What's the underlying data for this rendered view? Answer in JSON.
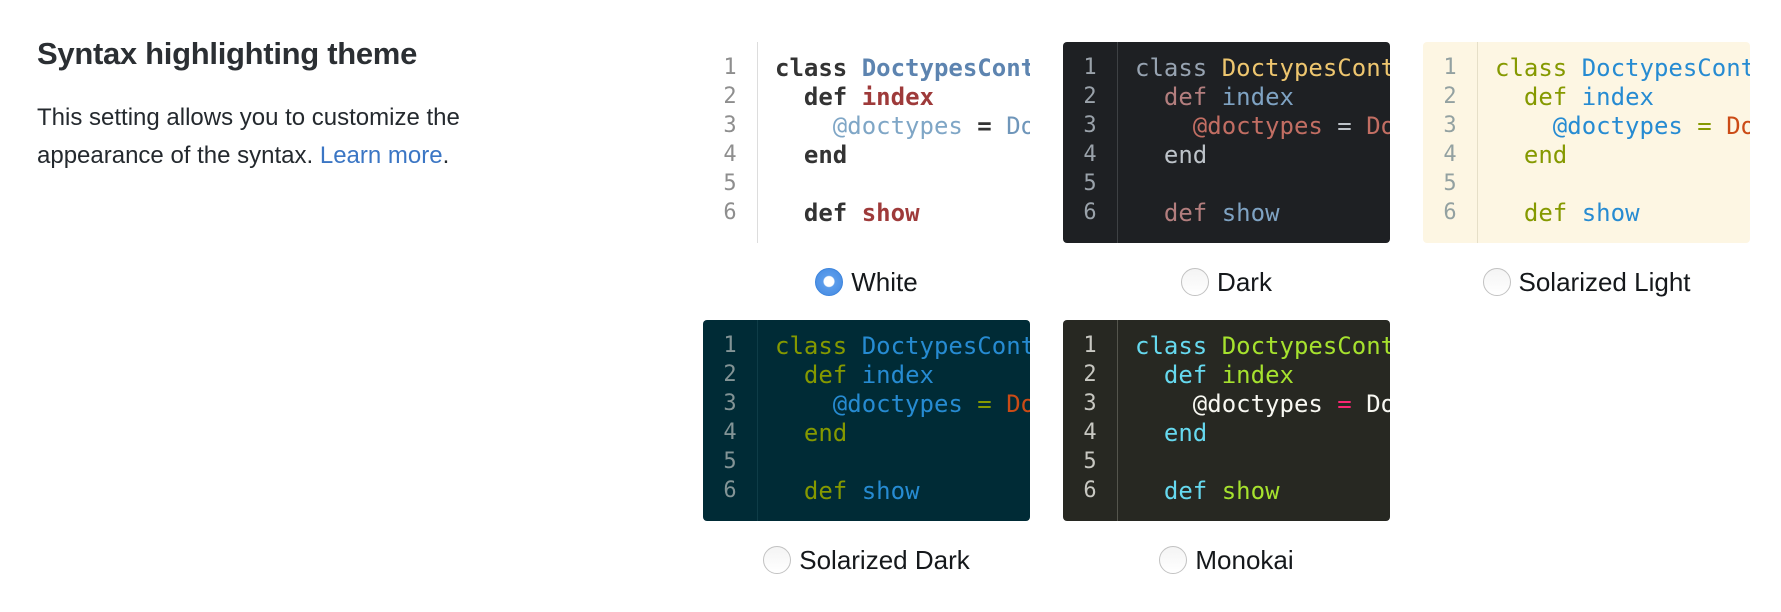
{
  "settings": {
    "heading": "Syntax highlighting theme",
    "description": "This setting allows you to customize the appearance of the syntax.",
    "learn_more": "Learn more",
    "suffix": ".",
    "link_color": "#3b76c4"
  },
  "code": {
    "lines": [
      {
        "num": "1",
        "tokens": [
          [
            "kw1",
            "class"
          ],
          [
            "plain",
            " "
          ],
          [
            "cls",
            "DoctypesController"
          ]
        ]
      },
      {
        "num": "2",
        "tokens": [
          [
            "plain",
            "  "
          ],
          [
            "kw2",
            "def"
          ],
          [
            "plain",
            " "
          ],
          [
            "fn",
            "index"
          ]
        ]
      },
      {
        "num": "3",
        "tokens": [
          [
            "plain",
            "    "
          ],
          [
            "ivar",
            "@doctypes"
          ],
          [
            "plain",
            " "
          ],
          [
            "op",
            "="
          ],
          [
            "plain",
            " "
          ],
          [
            "const",
            "Doctype.all"
          ]
        ]
      },
      {
        "num": "4",
        "tokens": [
          [
            "plain",
            "  "
          ],
          [
            "kw3",
            "end"
          ]
        ]
      },
      {
        "num": "5",
        "tokens": []
      },
      {
        "num": "6",
        "tokens": [
          [
            "plain",
            "  "
          ],
          [
            "kw2",
            "def"
          ],
          [
            "plain",
            " "
          ],
          [
            "fn",
            "show"
          ]
        ]
      }
    ]
  },
  "themes": [
    {
      "key": "white",
      "label": "White",
      "selected": true,
      "colors": {
        "bg": "#ffffff",
        "gutter": "#8e8e8e",
        "sep": "#dddddd",
        "kw1": "#333333",
        "kw2": "#333333",
        "kw3": "#333333",
        "cls": "#5d84b0",
        "fn": "#9e3a3a",
        "ivar": "#7fa6c6",
        "op": "#333333",
        "const": "#6f96ba",
        "plain": "#333333"
      },
      "bold": [
        "kw1",
        "kw2",
        "kw3",
        "cls",
        "fn",
        "op"
      ]
    },
    {
      "key": "dark",
      "label": "Dark",
      "selected": false,
      "colors": {
        "bg": "#1e2023",
        "gutter": "#9aa2aa",
        "sep": "#3e4144",
        "kw1": "#97a3b1",
        "kw2": "#b37e7e",
        "kw3": "#bdc3c9",
        "cls": "#eec66f",
        "fn": "#7fa3c3",
        "ivar": "#c26e63",
        "op": "#bdc3c9",
        "const": "#c26e63",
        "plain": "#c5c8c6"
      },
      "bold": []
    },
    {
      "key": "solarized-light",
      "label": "Solarized Light",
      "selected": false,
      "colors": {
        "bg": "#fdf6e3",
        "gutter": "#93a1a1",
        "sep": "#e6dfc8",
        "kw1": "#859900",
        "kw2": "#859900",
        "kw3": "#859900",
        "cls": "#268bd2",
        "fn": "#268bd2",
        "ivar": "#268bd2",
        "op": "#859900",
        "const": "#cb4b16",
        "plain": "#657b83"
      },
      "bold": []
    },
    {
      "key": "solarized-dark",
      "label": "Solarized Dark",
      "selected": false,
      "colors": {
        "bg": "#002b36",
        "gutter": "#839496",
        "sep": "#0e3c47",
        "kw1": "#859900",
        "kw2": "#859900",
        "kw3": "#859900",
        "cls": "#268bd2",
        "fn": "#268bd2",
        "ivar": "#268bd2",
        "op": "#859900",
        "const": "#cb4b16",
        "plain": "#839496"
      },
      "bold": []
    },
    {
      "key": "monokai",
      "label": "Monokai",
      "selected": false,
      "colors": {
        "bg": "#272822",
        "gutter": "#c8c8c2",
        "sep": "#54554d",
        "kw1": "#66d9ef",
        "kw2": "#66d9ef",
        "kw3": "#66d9ef",
        "cls": "#a6e22e",
        "fn": "#a6e22e",
        "ivar": "#f8f8f2",
        "op": "#f92672",
        "const": "#f8f8f2",
        "plain": "#f8f8f2"
      },
      "bold": []
    }
  ]
}
